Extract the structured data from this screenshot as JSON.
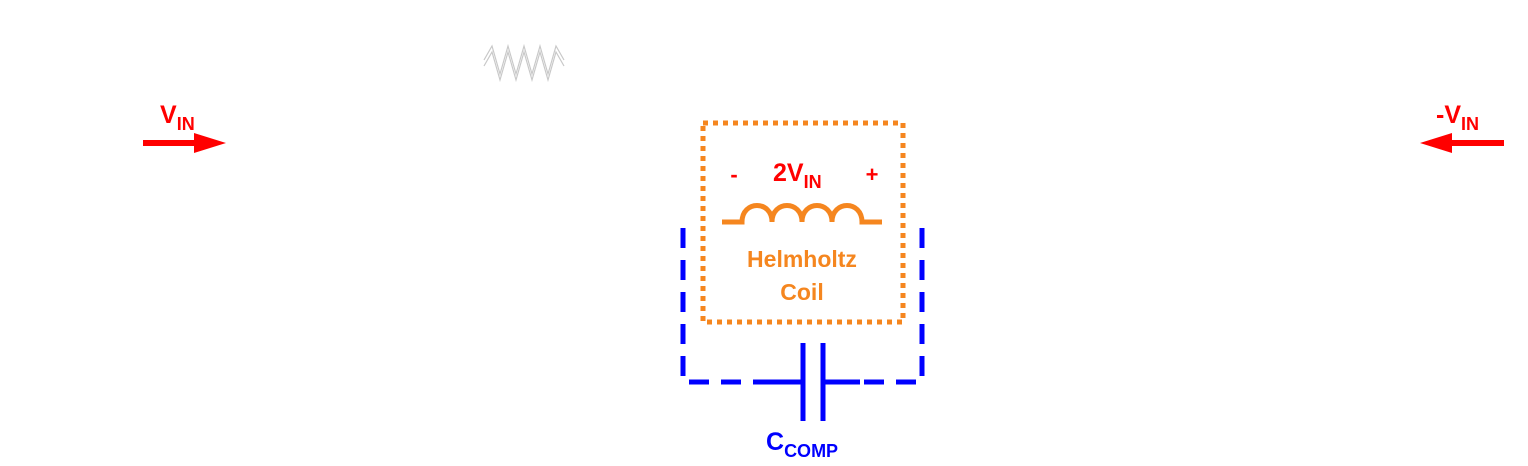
{
  "colors": {
    "arrow": "#ff0000",
    "label_red": "#ff0000",
    "coil": "#f5861f",
    "capacitor": "#0000ff",
    "resistor_ghost": "#c8c8c8",
    "background": "#ffffff"
  },
  "inputs": {
    "left": {
      "main": "V",
      "sub": "IN"
    },
    "right": {
      "main": "-V",
      "sub": "IN"
    }
  },
  "coil": {
    "minus_sign": "-",
    "plus_sign": "+",
    "voltage_main": "2V",
    "voltage_sub": "IN",
    "name_line1": "Helmholtz",
    "name_line2": "Coil"
  },
  "capacitor": {
    "label_main": "C",
    "label_sub": "COMP"
  },
  "icons": {
    "left_arrow": "arrow-right-icon",
    "right_arrow": "arrow-left-icon",
    "resistor": "resistor-icon",
    "inductor": "inductor-icon",
    "capacitor": "capacitor-icon"
  }
}
